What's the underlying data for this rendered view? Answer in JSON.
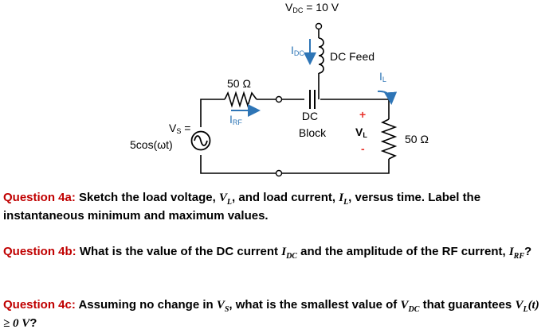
{
  "circuit": {
    "vdc_label": "V",
    "vdc_sub": "DC",
    "vdc_value": " = 10 V",
    "idc_label": "I",
    "idc_sub": "DC",
    "dc_feed_label": "DC Feed",
    "il_label": "I",
    "il_sub": "L",
    "rs_label": "50 Ω",
    "irf_label": "I",
    "irf_sub": "RF",
    "dc_block_line1": "DC",
    "dc_block_line2": "Block",
    "plus_label": "+",
    "minus_label": "-",
    "vl_label": "V",
    "vl_sub": "L",
    "rl_label": "50 Ω",
    "vs_label_line1": "V",
    "vs_sub": "S",
    "vs_label_eq": " =",
    "vs_label_line2": "5cos(ωt)",
    "colors": {
      "wire": "#000000",
      "arrow": "#2E75B6",
      "polarity": "#E8322B",
      "question_head": "#C00000"
    }
  },
  "questions": {
    "q4a": {
      "head": "Question 4a:",
      "t1": " Sketch the load voltage, ",
      "v": "V",
      "v_sub": "L",
      "t2": ", and load current, ",
      "i": "I",
      "i_sub": "L",
      "t3": ", versus time. Label the instantaneous minimum and maximum values."
    },
    "q4b": {
      "head": "Question 4b:",
      "t1": " What is the value of the DC current ",
      "i": "I",
      "i_sub": "DC",
      "t2": " and the amplitude of the RF current, ",
      "irf": "I",
      "irf_sub": "RF",
      "t3": "?"
    },
    "q4c": {
      "head": "Question 4c:",
      "t1": " Assuming no change in ",
      "v": "V",
      "v_sub": "S",
      "t2": ", what is the smallest value of ",
      "vdc": "V",
      "vdc_sub": "DC",
      "t3": " that guarantees ",
      "vl": "V",
      "vl_sub": "L",
      "t4": "(t) ≥ 0 V",
      "t5": "?"
    }
  }
}
